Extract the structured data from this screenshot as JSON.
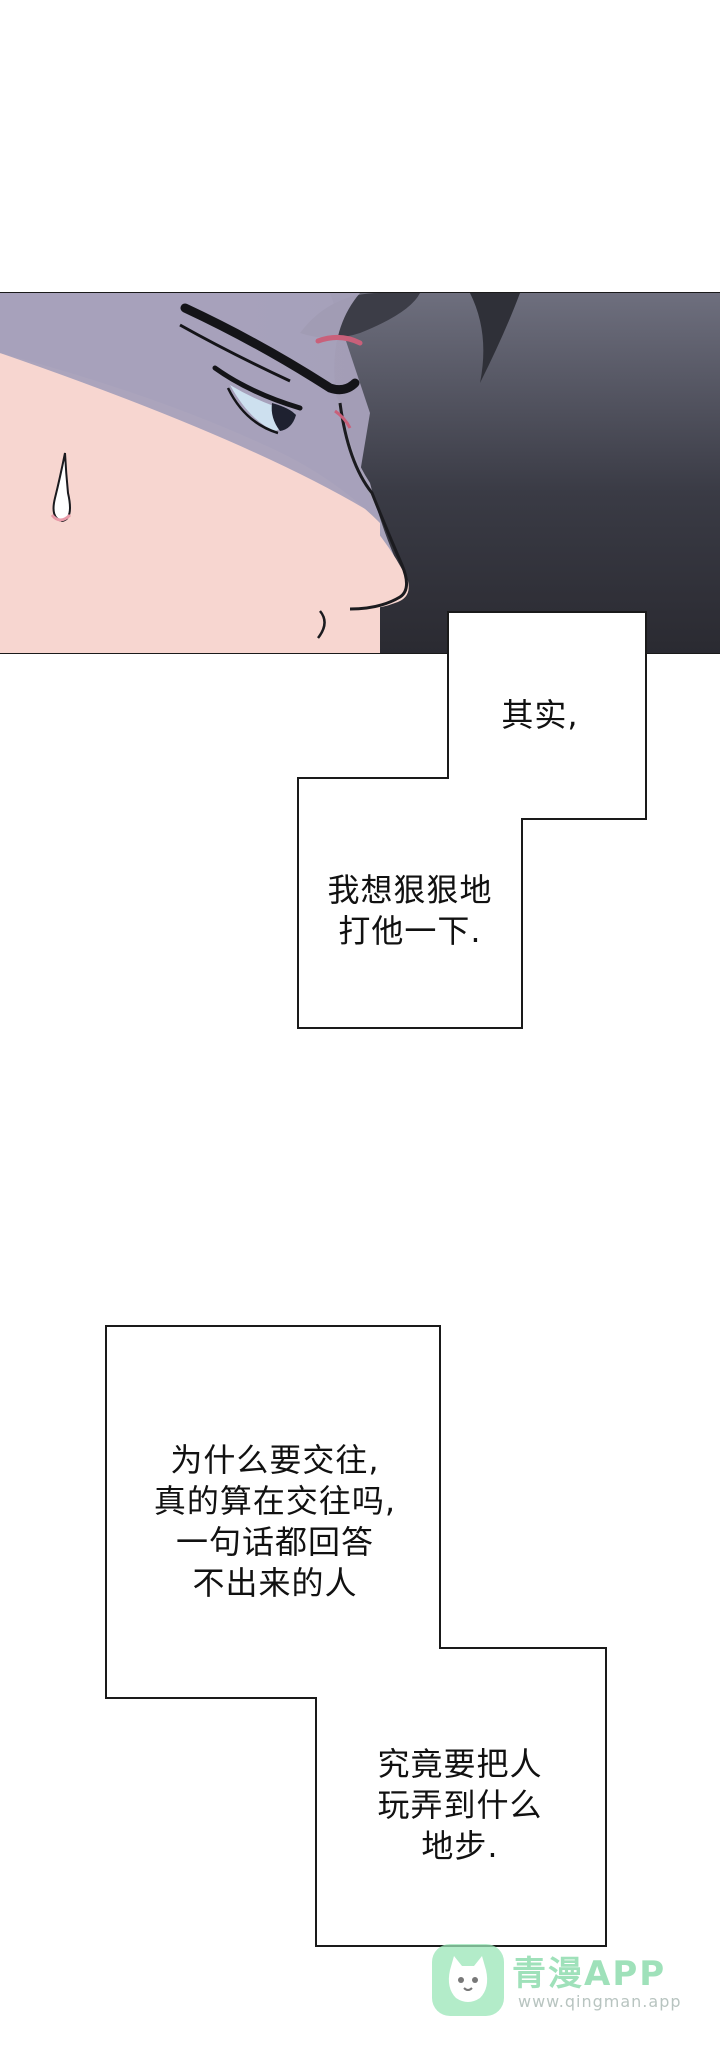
{
  "captions": {
    "box1": "其实,",
    "box2": "我想狠狠地\n打他一下.",
    "box3": "为什么要交往,\n真的算在交往吗,\n一句话都回答\n不出来的人",
    "box4": "究竟要把人\n玩弄到什么\n地步."
  },
  "watermark": {
    "title": "青漫APP",
    "url": "www.qingman.app"
  }
}
